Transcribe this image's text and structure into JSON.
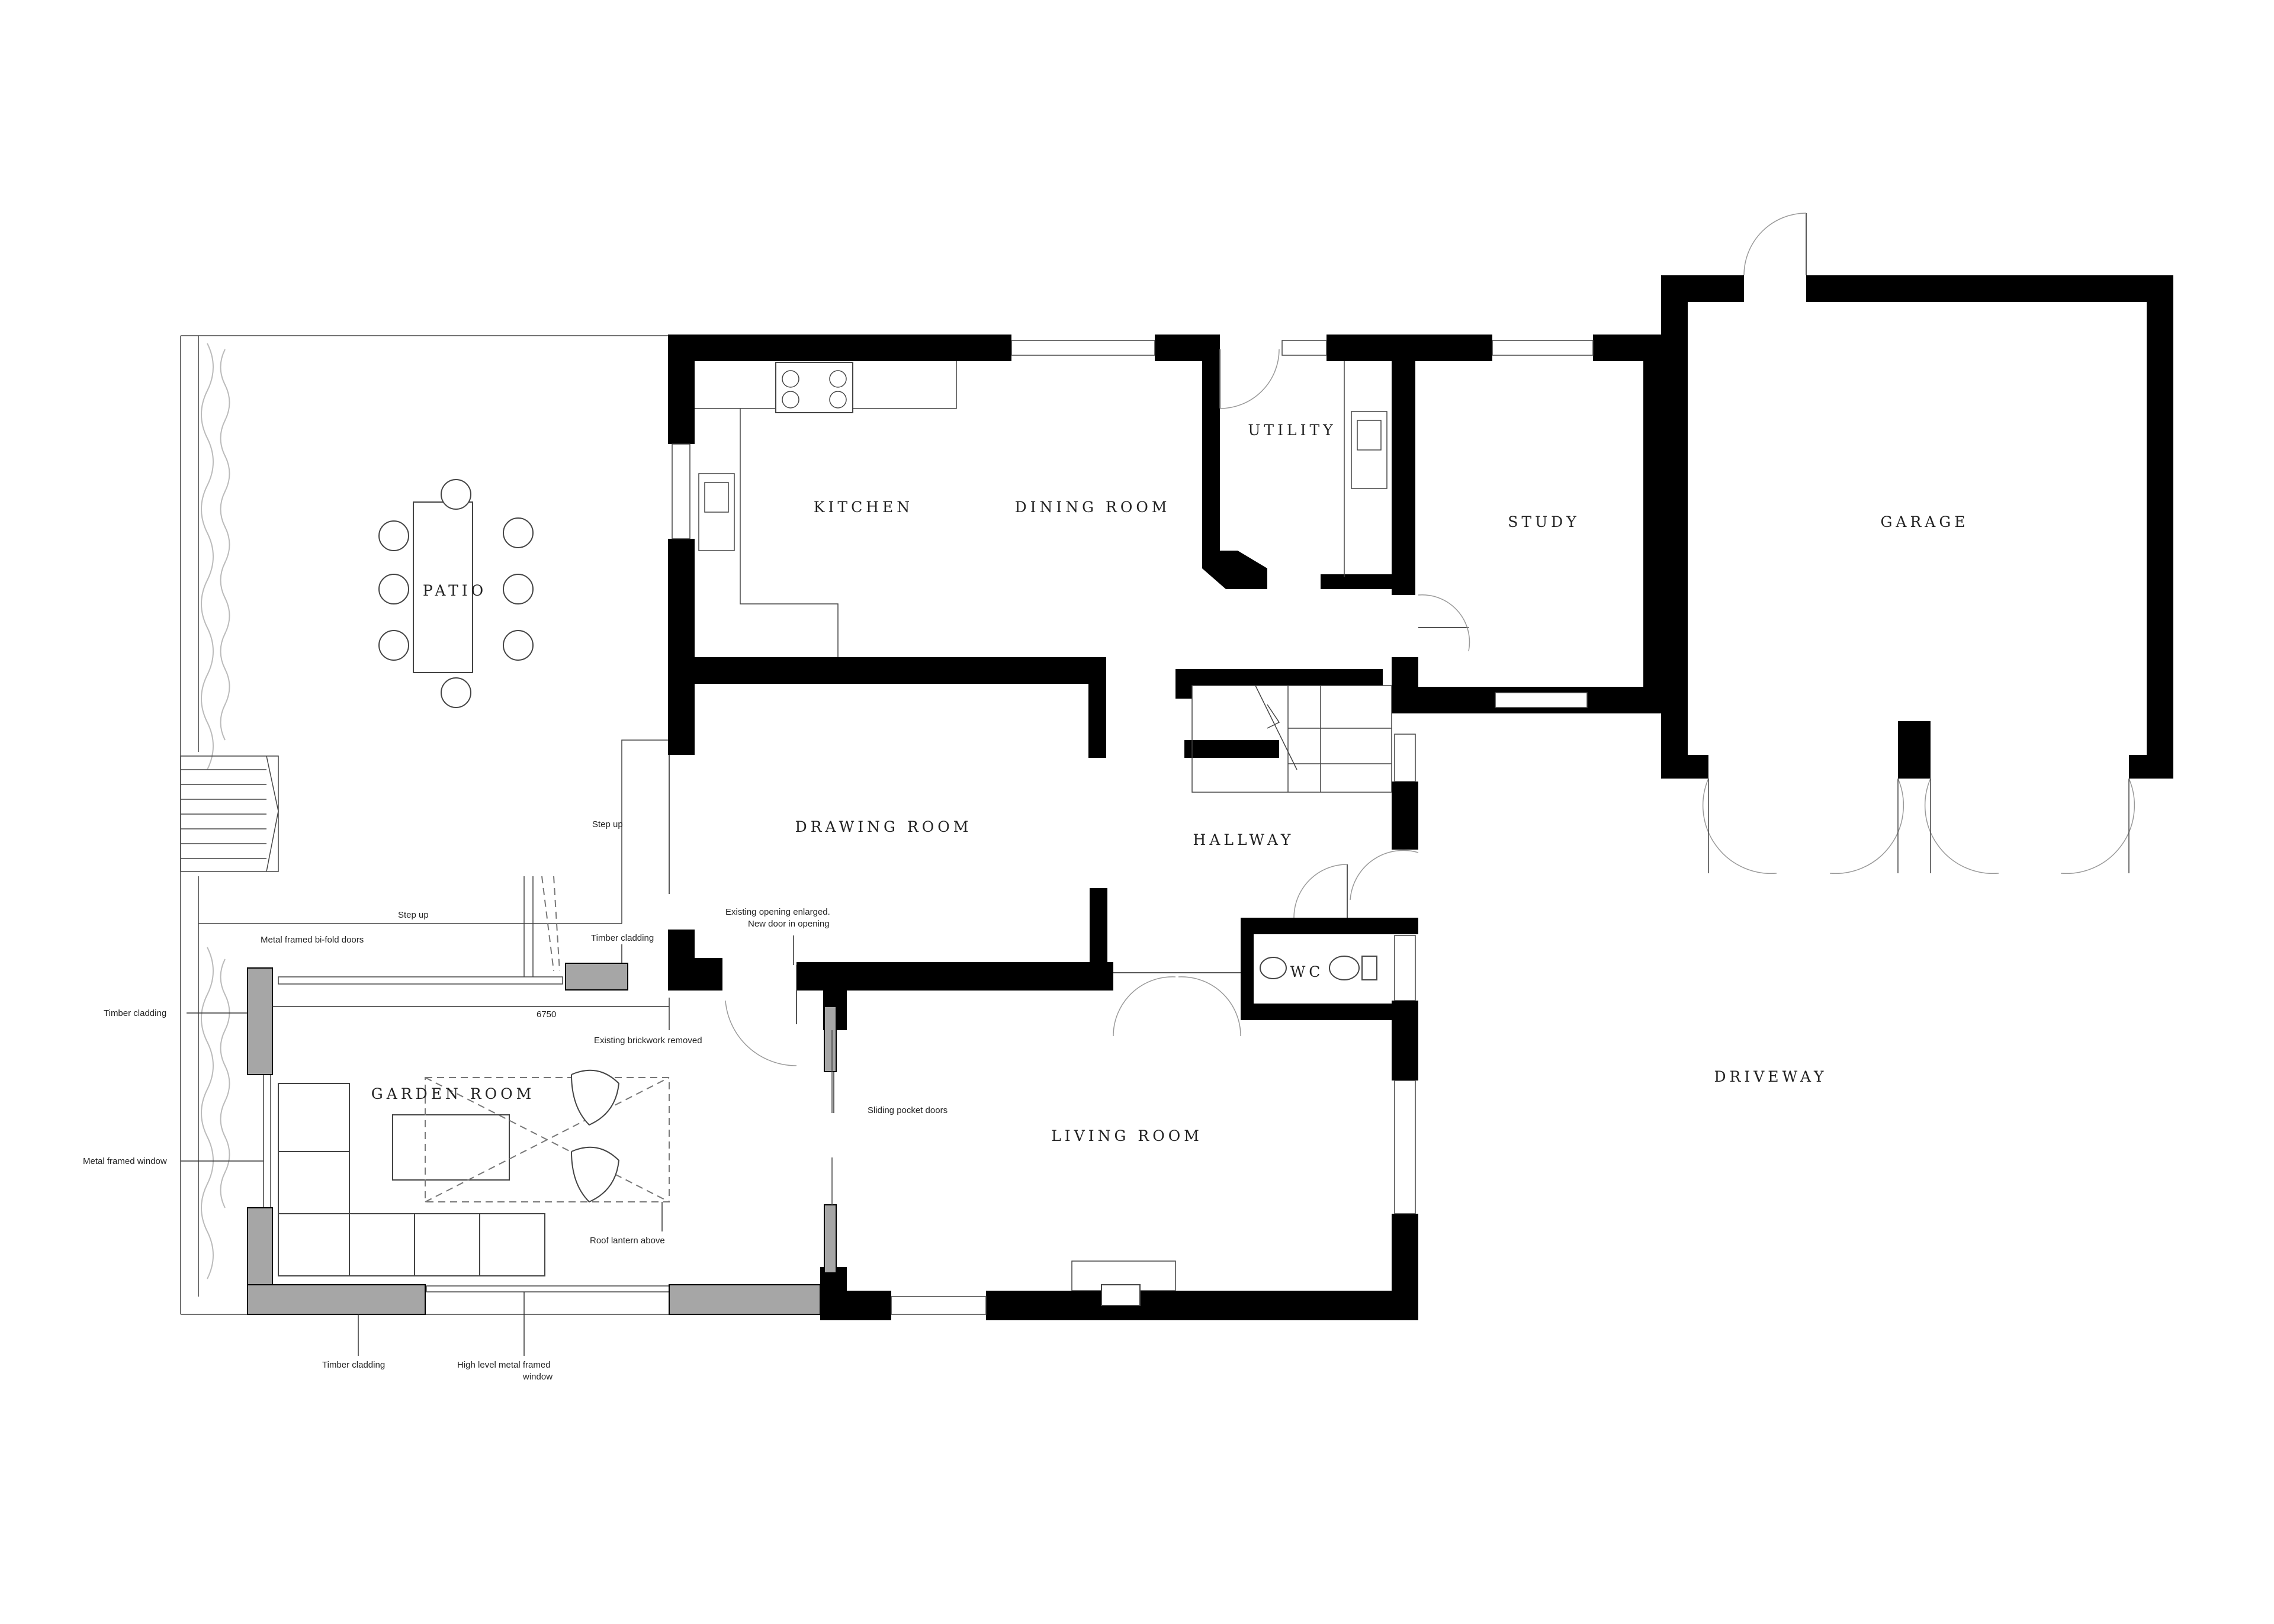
{
  "rooms": {
    "patio": "PATIO",
    "kitchen": "KITCHEN",
    "dining_room": "DINING ROOM",
    "utility": "UTILITY",
    "study": "STUDY",
    "garage": "GARAGE",
    "drawing_room": "DRAWING ROOM",
    "hallway": "HALLWAY",
    "wc": "WC",
    "garden_room": "GARDEN ROOM",
    "living_room": "LIVING ROOM",
    "driveway": "DRIVEWAY"
  },
  "annotations": {
    "step_up_1": "Step up",
    "step_up_2": "Step up",
    "bifold_doors": "Metal framed bi-fold doors",
    "timber_cladding_top": "Timber cladding",
    "timber_cladding_left": "Timber cladding",
    "timber_cladding_bottom": "Timber cladding",
    "dimension": "6750",
    "existing_opening_line1": "Existing opening enlarged.",
    "existing_opening_line2": "New door in opening",
    "brickwork_removed": "Existing brickwork removed",
    "metal_window": "Metal framed window",
    "sliding_pocket_doors": "Sliding pocket doors",
    "roof_lantern": "Roof lantern above",
    "high_level_window_line1": "High level metal framed",
    "high_level_window_line2": "window"
  }
}
